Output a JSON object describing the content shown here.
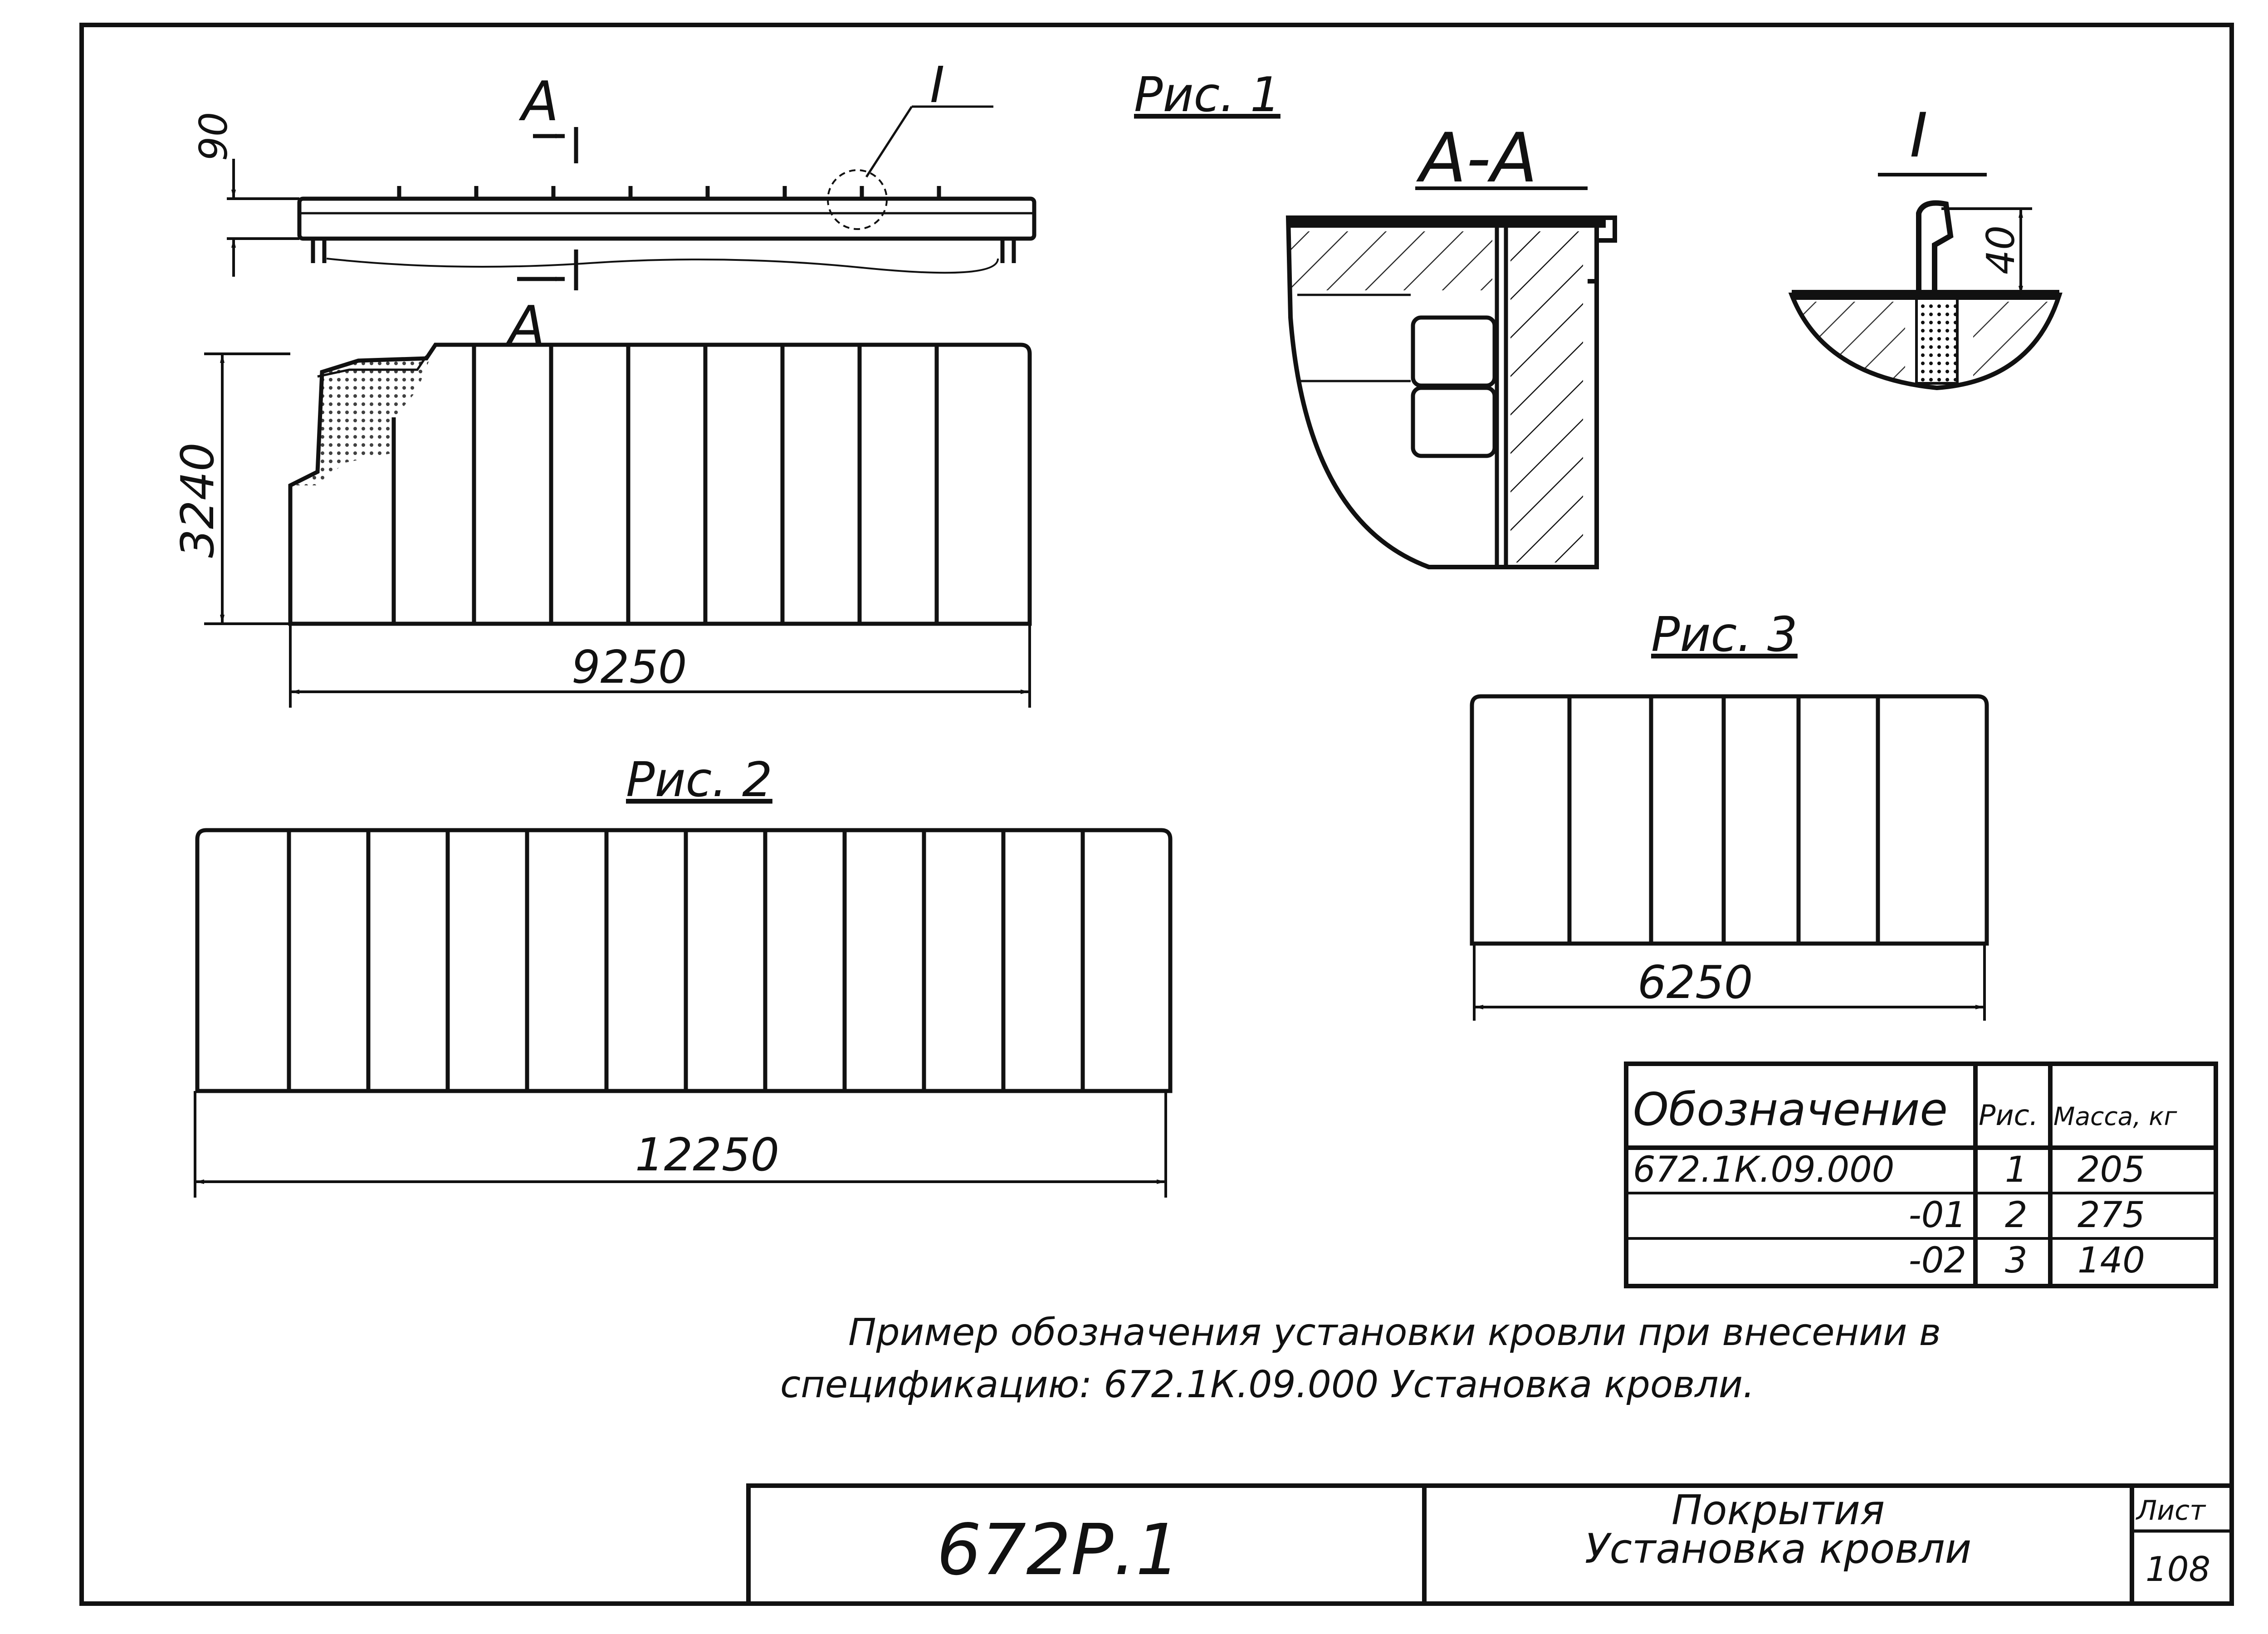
{
  "figures": {
    "fig1": "Рис. 1",
    "fig2": "Рис. 2",
    "fig3": "Рис. 3"
  },
  "section": {
    "cut_letter": "А",
    "section_label": "А-А",
    "detail_marker": "I",
    "detail_label": "I"
  },
  "dimensions": {
    "fig1_height": "90",
    "fig1_depth": "3240",
    "fig1_length": "9250",
    "fig2_length": "12250",
    "fig3_length": "6250",
    "detail_height": "40"
  },
  "spec_table": {
    "headers": [
      "Обозначение",
      "Рис.",
      "Масса, кг"
    ],
    "rows": [
      {
        "designation": "672.1К.09.000",
        "fig": "1",
        "mass": "205"
      },
      {
        "designation": "-01",
        "fig": "2",
        "mass": "275"
      },
      {
        "designation": "-02",
        "fig": "3",
        "mass": "140"
      }
    ]
  },
  "note": {
    "line1": "Пример обозначения установки кровли при внесении в",
    "line2": "спецификацию: 672.1К.09.000 Установка кровли."
  },
  "title_block": {
    "code": "672Р.1",
    "title_line1": "Покрытия",
    "title_line2": "Установка кровли",
    "sheet_label": "Лист",
    "sheet_number": "108"
  }
}
